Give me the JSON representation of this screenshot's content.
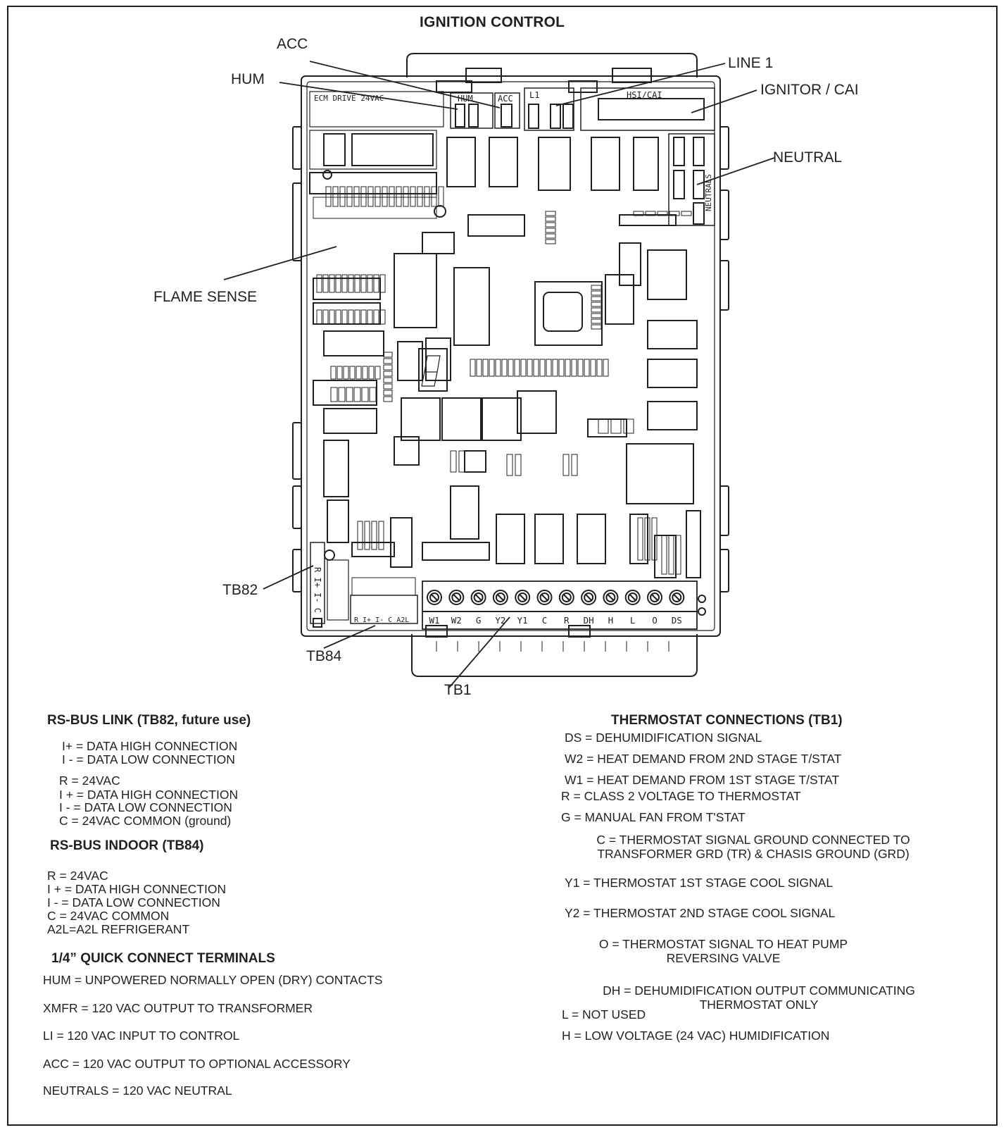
{
  "title": "IGNITION CONTROL",
  "callouts": {
    "acc": "ACC",
    "hum": "HUM",
    "line1": "LINE 1",
    "ignitor": "IGNITOR / CAI",
    "neutral": "NEUTRAL",
    "flame_sense": "FLAME SENSE",
    "tb82": "TB82",
    "tb84": "TB84",
    "tb1": "TB1"
  },
  "board_labels": {
    "hum_term": "HUM",
    "acc_term": "ACC",
    "l1_term": "L1",
    "hsi_term": "HSI/CAI",
    "neutrals_term": "NEUTRALS",
    "ecm_header": "ECM DRIVE 24VAC",
    "tb82_side": "R I+ I- C",
    "tb84_bottom": "R  I+  I-  C  A2L",
    "tb1_terminals": [
      "W1",
      "W2",
      "G",
      "Y2",
      "Y1",
      "C",
      "R",
      "DH",
      "H",
      "L",
      "O",
      "DS"
    ]
  },
  "rs_bus_link": {
    "heading": "RS-BUS LINK (TB82, future use)",
    "items": [
      "I+ = DATA HIGH CONNECTION",
      "I - = DATA LOW CONNECTION",
      "R = 24VAC",
      "I + = DATA HIGH CONNECTION",
      "I - = DATA LOW CONNECTION",
      "C = 24VAC COMMON (ground)"
    ]
  },
  "rs_bus_indoor": {
    "heading": "RS-BUS INDOOR (TB84)",
    "items": [
      "R = 24VAC",
      "I + = DATA HIGH CONNECTION",
      "I - = DATA LOW CONNECTION",
      "C = 24VAC COMMON",
      "A2L=A2L REFRIGERANT"
    ]
  },
  "quick_connect": {
    "heading": "1/4” QUICK CONNECT TERMINALS",
    "items": [
      "HUM = UNPOWERED NORMALLY OPEN (DRY) CONTACTS",
      "XMFR = 120 VAC OUTPUT TO TRANSFORMER",
      "LI = 120 VAC INPUT TO CONTROL",
      "ACC = 120 VAC OUTPUT TO OPTIONAL ACCESSORY",
      "NEUTRALS  = 120 VAC NEUTRAL"
    ]
  },
  "thermostat": {
    "heading": "THERMOSTAT CONNECTIONS (TB1)",
    "items": [
      "DS = DEHUMIDIFICATION SIGNAL",
      "W2 = HEAT DEMAND FROM 2ND STAGE T/STAT",
      "W1 = HEAT DEMAND FROM 1ST STAGE T/STAT",
      "R = CLASS 2 VOLTAGE TO THERMOSTAT",
      "G = MANUAL FAN FROM T'STAT",
      "C = THERMOSTAT SIGNAL GROUND CONNECTED TO\nTRANSFORMER  GRD (TR) & CHASIS GROUND (GRD)",
      "Y1 = THERMOSTAT 1ST STAGE COOL SIGNAL",
      "Y2 = THERMOSTAT 2ND STAGE COOL SIGNAL",
      "O = THERMOSTAT SIGNAL TO HEAT PUMP\nREVERSING VALVE",
      "DH = DEHUMIDIFICATION OUTPUT COMMUNICATING\nTHERMOSTAT ONLY",
      "L = NOT USED",
      "H = LOW VOLTAGE (24 VAC) HUMIDIFICATION"
    ]
  }
}
